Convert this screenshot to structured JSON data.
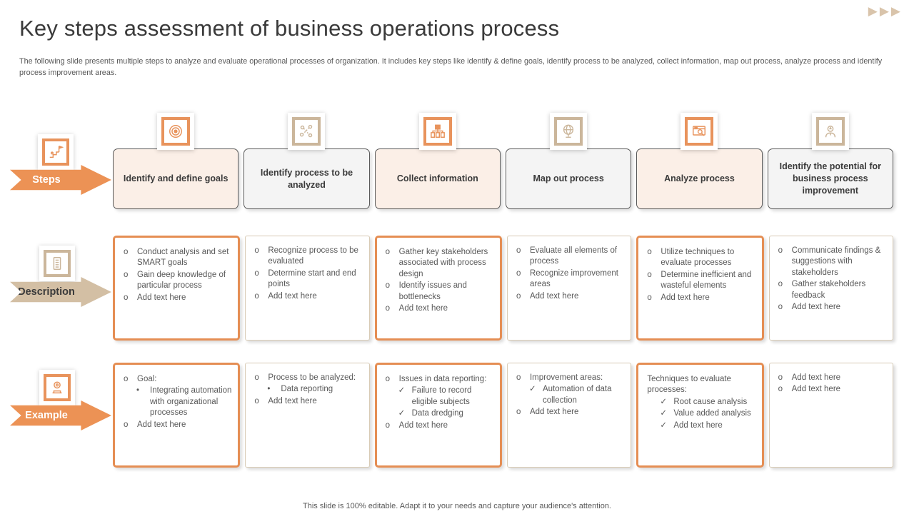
{
  "decor": {
    "chevrons": "▶▶▶"
  },
  "header": {
    "title": "Key steps assessment of business operations process",
    "subtitle": "The following slide presents multiple steps to analyze and evaluate operational processes of organization. It includes key steps like identify & define goals, identify process to be analyzed, collect information, map out process, analyze process and identify process improvement areas."
  },
  "labels": {
    "steps": "Steps",
    "description": "Description",
    "example": "Example",
    "steps_icon": "journey-flag-icon",
    "description_icon": "document-icon",
    "example_icon": "stamp-seal-icon"
  },
  "colors": {
    "orange": "#ec9255",
    "orange_border": "#e58e54",
    "peach_bg": "#fbefe7",
    "tan": "#d3bfa4",
    "tan_border": "#d8cbb6",
    "gray_bg": "#f4f4f4",
    "text_dark": "#3a3a3a",
    "text_body": "#595959"
  },
  "columns": [
    {
      "accent": "orange",
      "icon": "target-icon",
      "step": "Identify and define goals",
      "description": [
        {
          "m": "o",
          "i": 0,
          "t": "Conduct analysis and set SMART goals"
        },
        {
          "m": "o",
          "i": 0,
          "t": "Gain deep knowledge of particular process"
        },
        {
          "m": "o",
          "i": 0,
          "t": "Add text here"
        }
      ],
      "example": [
        {
          "m": "o",
          "i": 0,
          "t": "Goal:"
        },
        {
          "m": "dot",
          "i": 1,
          "t": "Integrating automation with organizational processes"
        },
        {
          "m": "o",
          "i": 0,
          "t": "Add text here"
        }
      ]
    },
    {
      "accent": "tan",
      "icon": "process-network-icon",
      "step": "Identify process to be analyzed",
      "description": [
        {
          "m": "o",
          "i": 0,
          "t": "Recognize process to be evaluated"
        },
        {
          "m": "o",
          "i": 0,
          "t": "Determine start and end points"
        },
        {
          "m": "o",
          "i": 0,
          "t": "Add text here"
        }
      ],
      "example": [
        {
          "m": "o",
          "i": 0,
          "t": "Process to be analyzed:"
        },
        {
          "m": "dot",
          "i": 1,
          "t": "Data reporting"
        },
        {
          "m": "o",
          "i": 0,
          "t": "Add text here"
        }
      ]
    },
    {
      "accent": "orange",
      "icon": "org-chart-icon",
      "step": "Collect information",
      "description": [
        {
          "m": "o",
          "i": 0,
          "t": "Gather key stakeholders associated with process design"
        },
        {
          "m": "o",
          "i": 0,
          "t": "Identify issues and bottlenecks"
        },
        {
          "m": "o",
          "i": 0,
          "t": "Add text here"
        }
      ],
      "example": [
        {
          "m": "o",
          "i": 0,
          "t": "Issues in data reporting:"
        },
        {
          "m": "check",
          "i": 1,
          "t": "Failure to record eligible subjects"
        },
        {
          "m": "check",
          "i": 1,
          "t": "Data dredging"
        },
        {
          "m": "o",
          "i": 0,
          "t": "Add text here"
        }
      ]
    },
    {
      "accent": "tan",
      "icon": "globe-icon",
      "step": "Map out process",
      "description": [
        {
          "m": "o",
          "i": 0,
          "t": "Evaluate all elements of process"
        },
        {
          "m": "o",
          "i": 0,
          "t": "Recognize improvement areas"
        },
        {
          "m": "o",
          "i": 0,
          "t": "Add text here"
        }
      ],
      "example": [
        {
          "m": "o",
          "i": 0,
          "t": "Improvement areas:"
        },
        {
          "m": "check",
          "i": 1,
          "t": "Automation of data collection"
        },
        {
          "m": "o",
          "i": 0,
          "t": "Add text here"
        }
      ]
    },
    {
      "accent": "orange",
      "icon": "analyze-window-icon",
      "step": "Analyze process",
      "description": [
        {
          "m": "o",
          "i": 0,
          "t": "Utilize techniques to evaluate processes"
        },
        {
          "m": "o",
          "i": 0,
          "t": "Determine inefficient and wasteful elements"
        },
        {
          "m": "o",
          "i": 0,
          "t": "Add text here"
        }
      ],
      "example": [
        {
          "m": "none",
          "i": 0,
          "t": "Techniques to evaluate processes:"
        },
        {
          "m": "check",
          "i": 1,
          "t": "Root cause analysis"
        },
        {
          "m": "check",
          "i": 1,
          "t": "Value added analysis"
        },
        {
          "m": "check",
          "i": 1,
          "t": "Add text here"
        }
      ]
    },
    {
      "accent": "tan",
      "icon": "achievement-person-icon",
      "step": "Identify the potential for business process improvement",
      "description": [
        {
          "m": "o",
          "i": 0,
          "t": "Communicate findings & suggestions with stakeholders"
        },
        {
          "m": "o",
          "i": 0,
          "t": "Gather stakeholders feedback"
        },
        {
          "m": "o",
          "i": 0,
          "t": "Add text here"
        }
      ],
      "example": [
        {
          "m": "o",
          "i": 0,
          "t": "Add text here"
        },
        {
          "m": "o",
          "i": 0,
          "t": "Add text here"
        }
      ]
    }
  ],
  "markers": {
    "o": "o",
    "dot": "•",
    "check": "✓",
    "none": ""
  },
  "footer": {
    "text": "This slide is 100% editable. Adapt it to your needs and capture your audience's attention."
  }
}
